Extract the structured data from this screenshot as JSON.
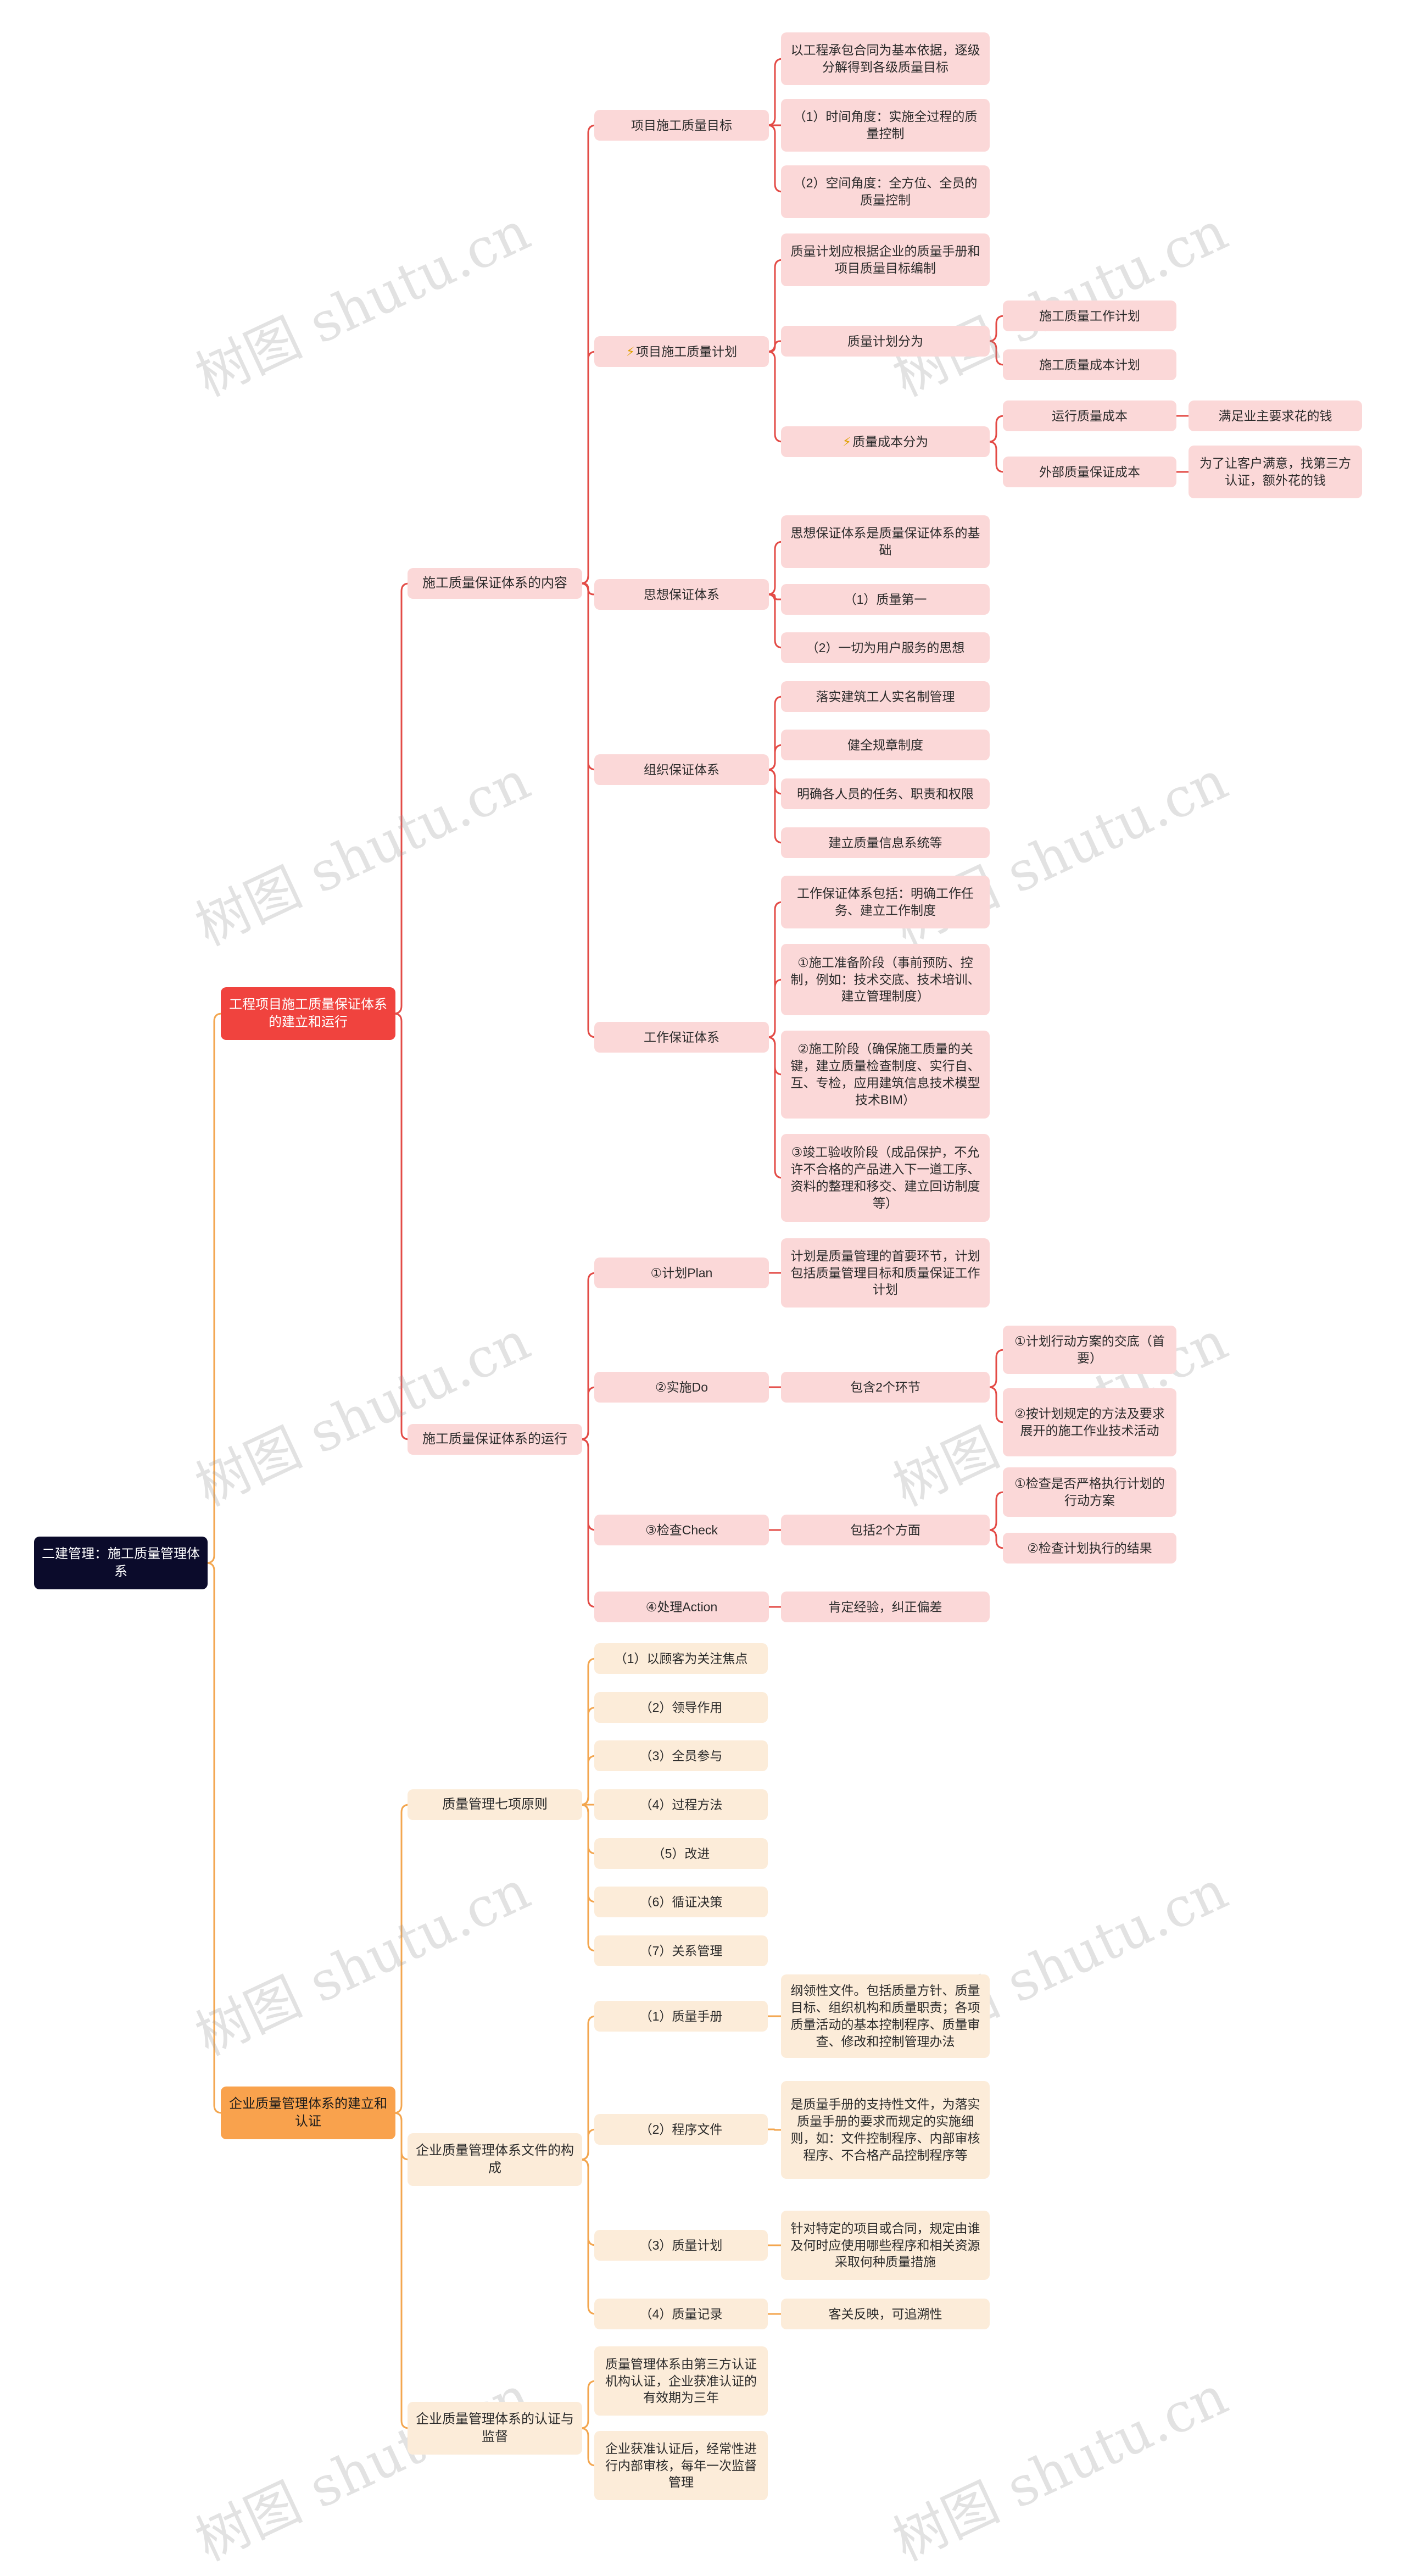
{
  "colors": {
    "root": "#0b0b2b",
    "red_branch": "#f0433e",
    "orange_branch": "#f9a24d",
    "red_fill": "#fbd8d8",
    "orange_fill": "#fcecd9",
    "red_line": "#e34b46",
    "orange_line": "#f3a64f"
  },
  "watermark": "树图 shutu.cn",
  "root": "二建管理：施工质量管理体系",
  "b1": {
    "label": "工程项目施工质量保证体系的建立和运行",
    "content": {
      "label": "施工质量保证体系的内容",
      "goal": {
        "label": "项目施工质量目标",
        "items": [
          "以工程承包合同为基本依据，逐级分解得到各级质量目标",
          "（1）时间角度：实施全过程的质量控制",
          "（2）空间角度：全方位、全员的质量控制"
        ]
      },
      "plan": {
        "label": "项目施工质量计划",
        "icon": "lightning-icon",
        "basis": "质量计划应根据企业的质量手册和项目质量目标编制",
        "split": {
          "label": "质量计划分为",
          "items": [
            "施工质量工作计划",
            "施工质量成本计划"
          ]
        },
        "cost": {
          "label": "质量成本分为",
          "icon": "lightning-icon",
          "run": {
            "label": "运行质量成本",
            "desc": "满足业主要求花的钱"
          },
          "ext": {
            "label": "外部质量保证成本",
            "desc": "为了让客户满意，找第三方认证，额外花的钱"
          }
        }
      },
      "thought": {
        "label": "思想保证体系",
        "items": [
          "思想保证体系是质量保证体系的基础",
          "（1）质量第一",
          "（2）一切为用户服务的思想"
        ]
      },
      "org": {
        "label": "组织保证体系",
        "items": [
          "落实建筑工人实名制管理",
          "健全规章制度",
          "明确各人员的任务、职责和权限",
          "建立质量信息系统等"
        ]
      },
      "work": {
        "label": "工作保证体系",
        "items": [
          "工作保证体系包括：明确工作任务、建立工作制度",
          "①施工准备阶段（事前预防、控制，例如：技术交底、技术培训、建立管理制度）",
          "②施工阶段（确保施工质量的关键，建立质量检查制度、实行自、互、专检，应用建筑信息技术模型技术BIM）",
          "③竣工验收阶段（成品保护，不允许不合格的产品进入下一道工序、资料的整理和移交、建立回访制度等）"
        ]
      }
    },
    "operation": {
      "label": "施工质量保证体系的运行",
      "plan": {
        "label": "①计划Plan",
        "desc": "计划是质量管理的首要环节，计划包括质量管理目标和质量保证工作计划"
      },
      "do": {
        "label": "②实施Do",
        "desc": "包含2个环节",
        "items": [
          "①计划行动方案的交底（首要）",
          "②按计划规定的方法及要求展开的施工作业技术活动"
        ]
      },
      "check": {
        "label": "③检查Check",
        "desc": "包括2个方面",
        "items": [
          "①检查是否严格执行计划的行动方案",
          "②检查计划执行的结果"
        ]
      },
      "action": {
        "label": "④处理Action",
        "desc": "肯定经验，纠正偏差"
      }
    }
  },
  "b2": {
    "label": "企业质量管理体系的建立和认证",
    "principles": {
      "label": "质量管理七项原则",
      "items": [
        "（1）以顾客为关注焦点",
        "（2）领导作用",
        "（3）全员参与",
        "（4）过程方法",
        "（5）改进",
        "（6）循证决策",
        "（7）关系管理"
      ]
    },
    "docs": {
      "label": "企业质量管理体系文件的构成",
      "items": [
        {
          "label": "（1）质量手册",
          "desc": "纲领性文件。包括质量方针、质量目标、组织机构和质量职责；各项质量活动的基本控制程序、质量审查、修改和控制管理办法"
        },
        {
          "label": "（2）程序文件",
          "desc": "是质量手册的支持性文件，为落实质量手册的要求而规定的实施细则，如：文件控制程序、内部审核程序、不合格产品控制程序等"
        },
        {
          "label": "（3）质量计划",
          "desc": "针对特定的项目或合同，规定由谁及何时应使用哪些程序和相关资源采取何种质量措施"
        },
        {
          "label": "（4）质量记录",
          "desc": "客关反映，可追溯性"
        }
      ]
    },
    "cert": {
      "label": "企业质量管理体系的认证与监督",
      "items": [
        "质量管理体系由第三方认证机构认证，企业获准认证的有效期为三年",
        "企业获准认证后，经常性进行内部审核，每年一次监督管理"
      ]
    }
  }
}
